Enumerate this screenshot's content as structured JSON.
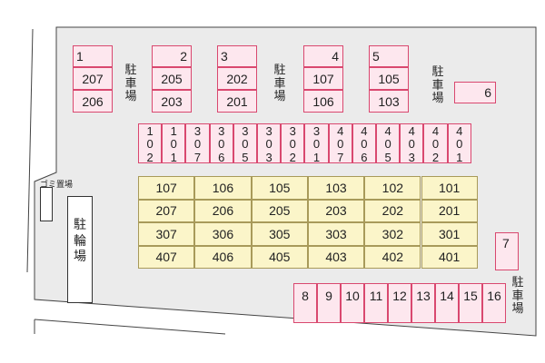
{
  "colors": {
    "lot": "#ebebeb",
    "parking_fill": "#fde7ee",
    "parking_border": "#d9486f",
    "building_fill": "#fbf5c9",
    "building_border": "#a89a5a"
  },
  "parking_groups": [
    {
      "slot": "1",
      "rooms": [
        "207",
        "206"
      ]
    },
    {
      "slot": "2",
      "rooms": [
        "205",
        "203"
      ]
    },
    {
      "slot": "3",
      "rooms": [
        "202",
        "201"
      ]
    },
    {
      "slot": "4",
      "rooms": [
        "107",
        "106"
      ]
    },
    {
      "slot": "5",
      "rooms": [
        "105",
        "103"
      ]
    }
  ],
  "parking_label": "駐車場",
  "slot_6": "6",
  "slot_7": "7",
  "center_row": [
    "102",
    "101",
    "307",
    "306",
    "305",
    "303",
    "302",
    "301",
    "407",
    "406",
    "405",
    "403",
    "402",
    "401"
  ],
  "building": [
    [
      "107",
      "106",
      "105",
      "103",
      "102",
      "101"
    ],
    [
      "207",
      "206",
      "205",
      "203",
      "202",
      "201"
    ],
    [
      "307",
      "306",
      "305",
      "303",
      "302",
      "301"
    ],
    [
      "407",
      "406",
      "405",
      "403",
      "402",
      "401"
    ]
  ],
  "bottom_row": [
    "8",
    "9",
    "10",
    "11",
    "12",
    "13",
    "14",
    "15",
    "16"
  ],
  "bicycle_parking": "駐輪場",
  "garbage": "ゴミ置場"
}
